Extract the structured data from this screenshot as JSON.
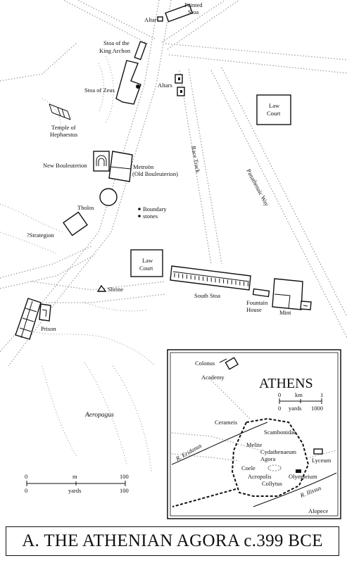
{
  "title": "A. THE ATHENIAN AGORA c.399 BCE",
  "labels": {
    "painted_stoa": "Painted",
    "painted_stoa_2": "Stoa",
    "altar": "Altar",
    "stoa_king_archon": "Stoa of the",
    "stoa_king_archon_2": "King Archon",
    "stoa_of_zeus": "Stoa of Zeus",
    "altars": "Altars",
    "law_court_ne": "Law",
    "law_court_ne_2": "Court",
    "temple_hephaestus": "Temple of",
    "temple_hephaestus_2": "Hephaestus",
    "race_track": "Race Track",
    "panathenaic_way": "Panathenaic Way",
    "new_bouleuterion": "New Bouleuterion",
    "metroon": "Metroön",
    "metroon_2": "(Old Bouleuterion)",
    "tholos": "Tholos",
    "boundary_stones": "Boundary",
    "boundary_stones_2": "stones",
    "strategeion": "?Strategion",
    "law_court_s": "Law",
    "law_court_s_2": "Court",
    "south_stoa": "South Stoa",
    "fountain_house": "Fountain",
    "fountain_house_2": "House",
    "mint": "Mint",
    "shrine": "Shrine",
    "prison": "Prison",
    "aeropagus": "Aeropagus"
  },
  "scale": {
    "zero_top": "0",
    "unit_top": "m",
    "max_top": "100",
    "zero_bottom": "0",
    "unit_bottom": "yards",
    "max_bottom": "100"
  },
  "inset": {
    "title": "ATHENS",
    "scale_zero_top": "0",
    "scale_unit_top": "km",
    "scale_max_top": "1",
    "scale_zero_bottom": "0",
    "scale_unit_bottom": "yards",
    "scale_max_bottom": "1000",
    "places": {
      "colonus": "Colonus",
      "academy": "Academy",
      "cerameis": "Cerameis",
      "scambonidae": "Scambonidae",
      "river_eridanus": "R. Eridanus",
      "melite": "Melite",
      "cydathenaeum": "Cydathenaeum",
      "agora": "Agora",
      "lyceum": "Lyceum",
      "coele": "Coele",
      "acropolis": "Acropolis",
      "olympeium": "Olympeium",
      "collytus": "Collytus",
      "river_ilissus": "R. Ilissus",
      "alopece": "Alopece"
    }
  }
}
